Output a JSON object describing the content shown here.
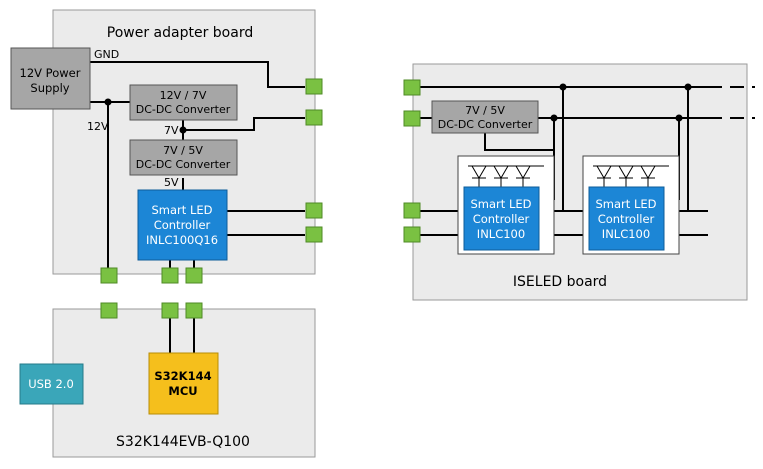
{
  "power_board": {
    "title": "Power adapter board",
    "power_supply": {
      "line1": "12V Power",
      "line2": "Supply"
    },
    "gnd_label": "GND",
    "v12_label": "12V",
    "dcdc_12_7": {
      "line1": "12V / 7V",
      "line2": "DC-DC Converter"
    },
    "v7_label": "7V",
    "dcdc_7_5": {
      "line1": "7V / 5V",
      "line2": "DC-DC Converter"
    },
    "v5_label": "5V",
    "controller": {
      "line1": "Smart LED",
      "line2": "Controller",
      "line3": "INLC100Q16"
    }
  },
  "evb_board": {
    "title": "S32K144EVB-Q100",
    "usb": "USB 2.0",
    "mcu": {
      "line1": "S32K144",
      "line2": "MCU"
    }
  },
  "iseled_board": {
    "title": "ISELED board",
    "dcdc": {
      "line1": "7V / 5V",
      "line2": "DC-DC Converter"
    },
    "controller1": {
      "line1": "Smart LED",
      "line2": "Controller",
      "line3": "INLC100"
    },
    "controller2": {
      "line1": "Smart LED",
      "line2": "Controller",
      "line3": "INLC100"
    }
  },
  "colors": {
    "board_fill": "#ebebeb",
    "board_stroke": "#9a9a9a",
    "gray_block": "#a6a6a6",
    "controller_blue": "#1c86d6",
    "connector_green": "#7ac142",
    "usb_teal": "#3aa6b9",
    "mcu_yellow": "#f5bf1c",
    "wire": "#000000"
  }
}
